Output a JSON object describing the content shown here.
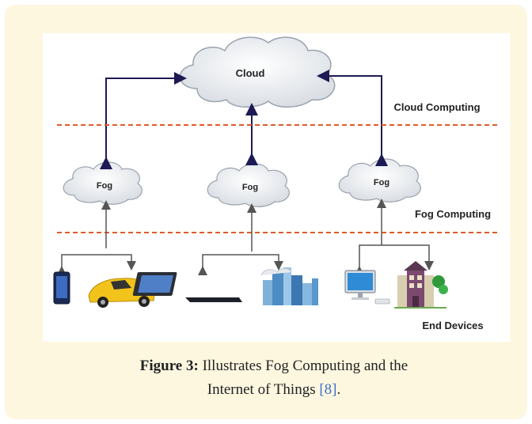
{
  "diagram": {
    "nodes": {
      "cloud": "Cloud",
      "fog_left": "Fog",
      "fog_center": "Fog",
      "fog_right": "Fog"
    },
    "layers": {
      "cloud_computing": "Cloud Computing",
      "fog_computing": "Fog Computing",
      "end_devices": "End Devices"
    },
    "devices": [
      "smartphone-icon",
      "sports-car-icon",
      "tablet-icon",
      "city-buildings-icon",
      "desktop-monitor-icon",
      "house-icon"
    ],
    "colors": {
      "arrow": "#1e1a55",
      "divider": "#e05a2b",
      "cloud_fill": "#eef0f3",
      "cloud_stroke": "#9aa3ad"
    }
  },
  "caption": {
    "figure_label": "Figure 3:",
    "text": "Illustrates Fog Computing and the",
    "text_line2": "Internet of Things",
    "reference": "[8]",
    "trailing": "."
  }
}
